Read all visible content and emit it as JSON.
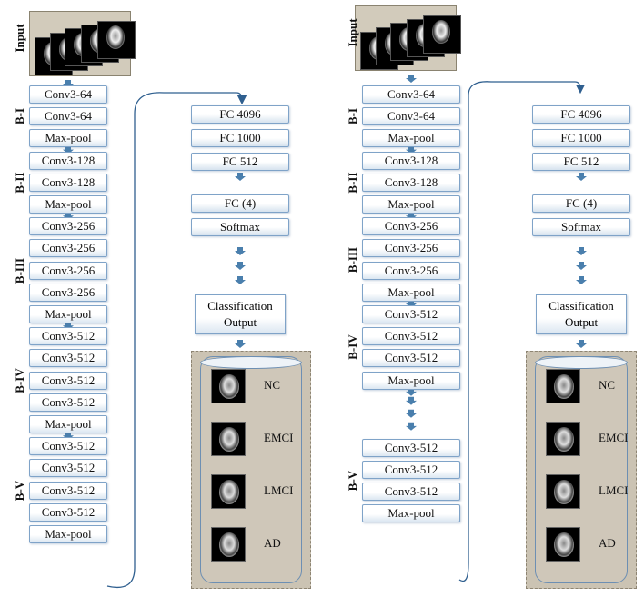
{
  "input_label": "Input",
  "left": {
    "blocks": [
      {
        "label": "B-I",
        "layers": [
          "Conv3-64",
          "Conv3-64",
          "Max-pool"
        ]
      },
      {
        "label": "B-II",
        "layers": [
          "Conv3-128",
          "Conv3-128",
          "Max-pool"
        ]
      },
      {
        "label": "B-III",
        "layers": [
          "Conv3-256",
          "Conv3-256",
          "Conv3-256",
          "Conv3-256",
          "Max-pool"
        ]
      },
      {
        "label": "B-IV",
        "layers": [
          "Conv3-512",
          "Conv3-512",
          "Conv3-512",
          "Conv3-512",
          "Max-pool"
        ]
      },
      {
        "label": "B-V",
        "layers": [
          "Conv3-512",
          "Conv3-512",
          "Conv3-512",
          "Conv3-512",
          "Max-pool"
        ]
      }
    ],
    "fc": [
      "FC 4096",
      "FC 1000",
      "FC 512"
    ],
    "head": [
      "FC (4)",
      "Softmax"
    ],
    "output": "Classification Output",
    "classes": [
      "NC",
      "EMCI",
      "LMCI",
      "AD"
    ]
  },
  "right": {
    "blocks": [
      {
        "label": "B-I",
        "layers": [
          "Conv3-64",
          "Conv3-64",
          "Max-pool"
        ]
      },
      {
        "label": "B-II",
        "layers": [
          "Conv3-128",
          "Conv3-128",
          "Max-pool"
        ]
      },
      {
        "label": "B-III",
        "layers": [
          "Conv3-256",
          "Conv3-256",
          "Conv3-256",
          "Max-pool"
        ]
      },
      {
        "label": "B-IV",
        "layers": [
          "Conv3-512",
          "Conv3-512",
          "Conv3-512",
          "Max-pool"
        ]
      },
      {
        "label": "B-V",
        "layers": [
          "Conv3-512",
          "Conv3-512",
          "Conv3-512",
          "Max-pool"
        ]
      }
    ],
    "fc": [
      "FC 4096",
      "FC 1000",
      "FC 512"
    ],
    "head": [
      "FC (4)",
      "Softmax"
    ],
    "output": "Classification Output",
    "classes": [
      "NC",
      "EMCI",
      "LMCI",
      "AD"
    ]
  },
  "colors": {
    "layer_border": "#7fa3c8",
    "arrow": "#4a7fad",
    "panel": "#cbc3b3",
    "connector": "#2f5f8f"
  }
}
